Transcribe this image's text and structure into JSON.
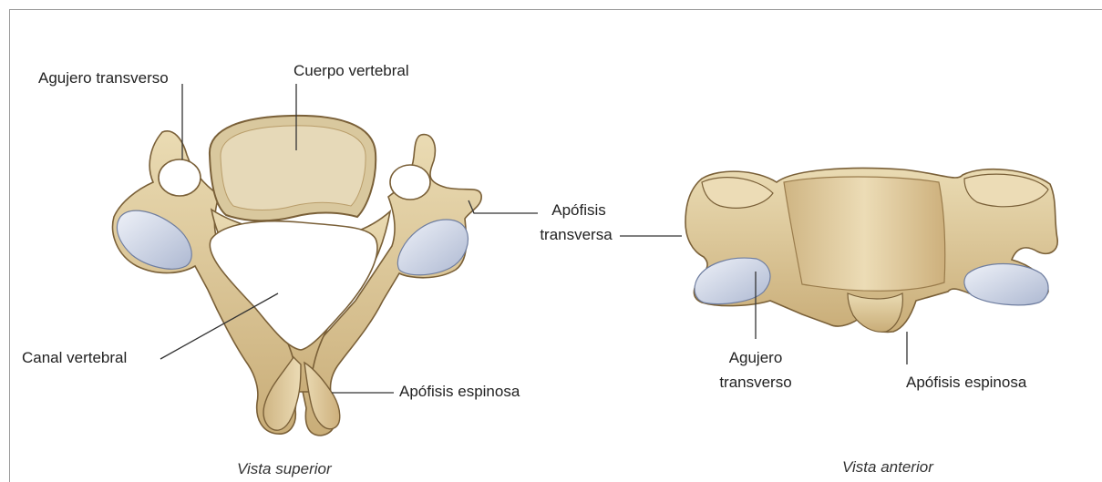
{
  "labels": {
    "superior": {
      "agujero_transverso": "Agujero transverso",
      "cuerpo_vertebral": "Cuerpo vertebral",
      "apofisis_transversa_1": "Apófisis",
      "apofisis_transversa_2": "transversa",
      "canal_vertebral": "Canal vertebral",
      "apofisis_espinosa": "Apófisis espinosa"
    },
    "anterior": {
      "agujero_transverso_1": "Agujero",
      "agujero_transverso_2": "transverso",
      "apofisis_espinosa": "Apófisis espinosa"
    }
  },
  "captions": {
    "superior": "Vista superior",
    "anterior": "Vista anterior"
  },
  "colors": {
    "bone": "#e3cfa2",
    "bone_shadow": "#b89a66",
    "bone_outline": "#7a6038",
    "cartilage": "#c9d3e6",
    "body_surface": "#ddd0ad",
    "leader_line": "#333333"
  }
}
